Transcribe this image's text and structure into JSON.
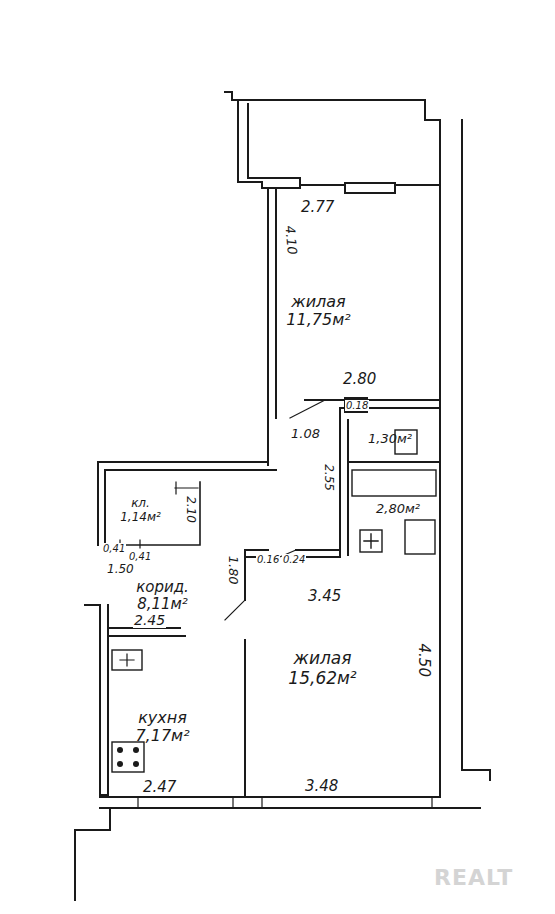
{
  "diagram": {
    "nodes": [
      {
        "text": [
          "жилая",
          "11,75м²"
        ]
      },
      {
        "text": [
          "1,30м²"
        ]
      },
      {
        "text": [
          "2,80м²"
        ]
      },
      {
        "text": [
          "кл.",
          "1,14м²"
        ]
      },
      {
        "text": [
          "корид.",
          "8,11м²"
        ]
      },
      {
        "text": [
          "жилая",
          "15,62м²"
        ]
      },
      {
        "text": [
          "кухня",
          "7,17м²"
        ]
      }
    ],
    "labels": [
      "2.77",
      "4.10",
      "2.80",
      "0.18",
      "1.08",
      "2.55",
      "2.10",
      "0,41",
      "0,41",
      "1.50",
      "2.45",
      "1.80",
      "0.16",
      "0.24",
      "3.45",
      "4.50",
      "2.47",
      "3.48",
      "REALT"
    ]
  }
}
